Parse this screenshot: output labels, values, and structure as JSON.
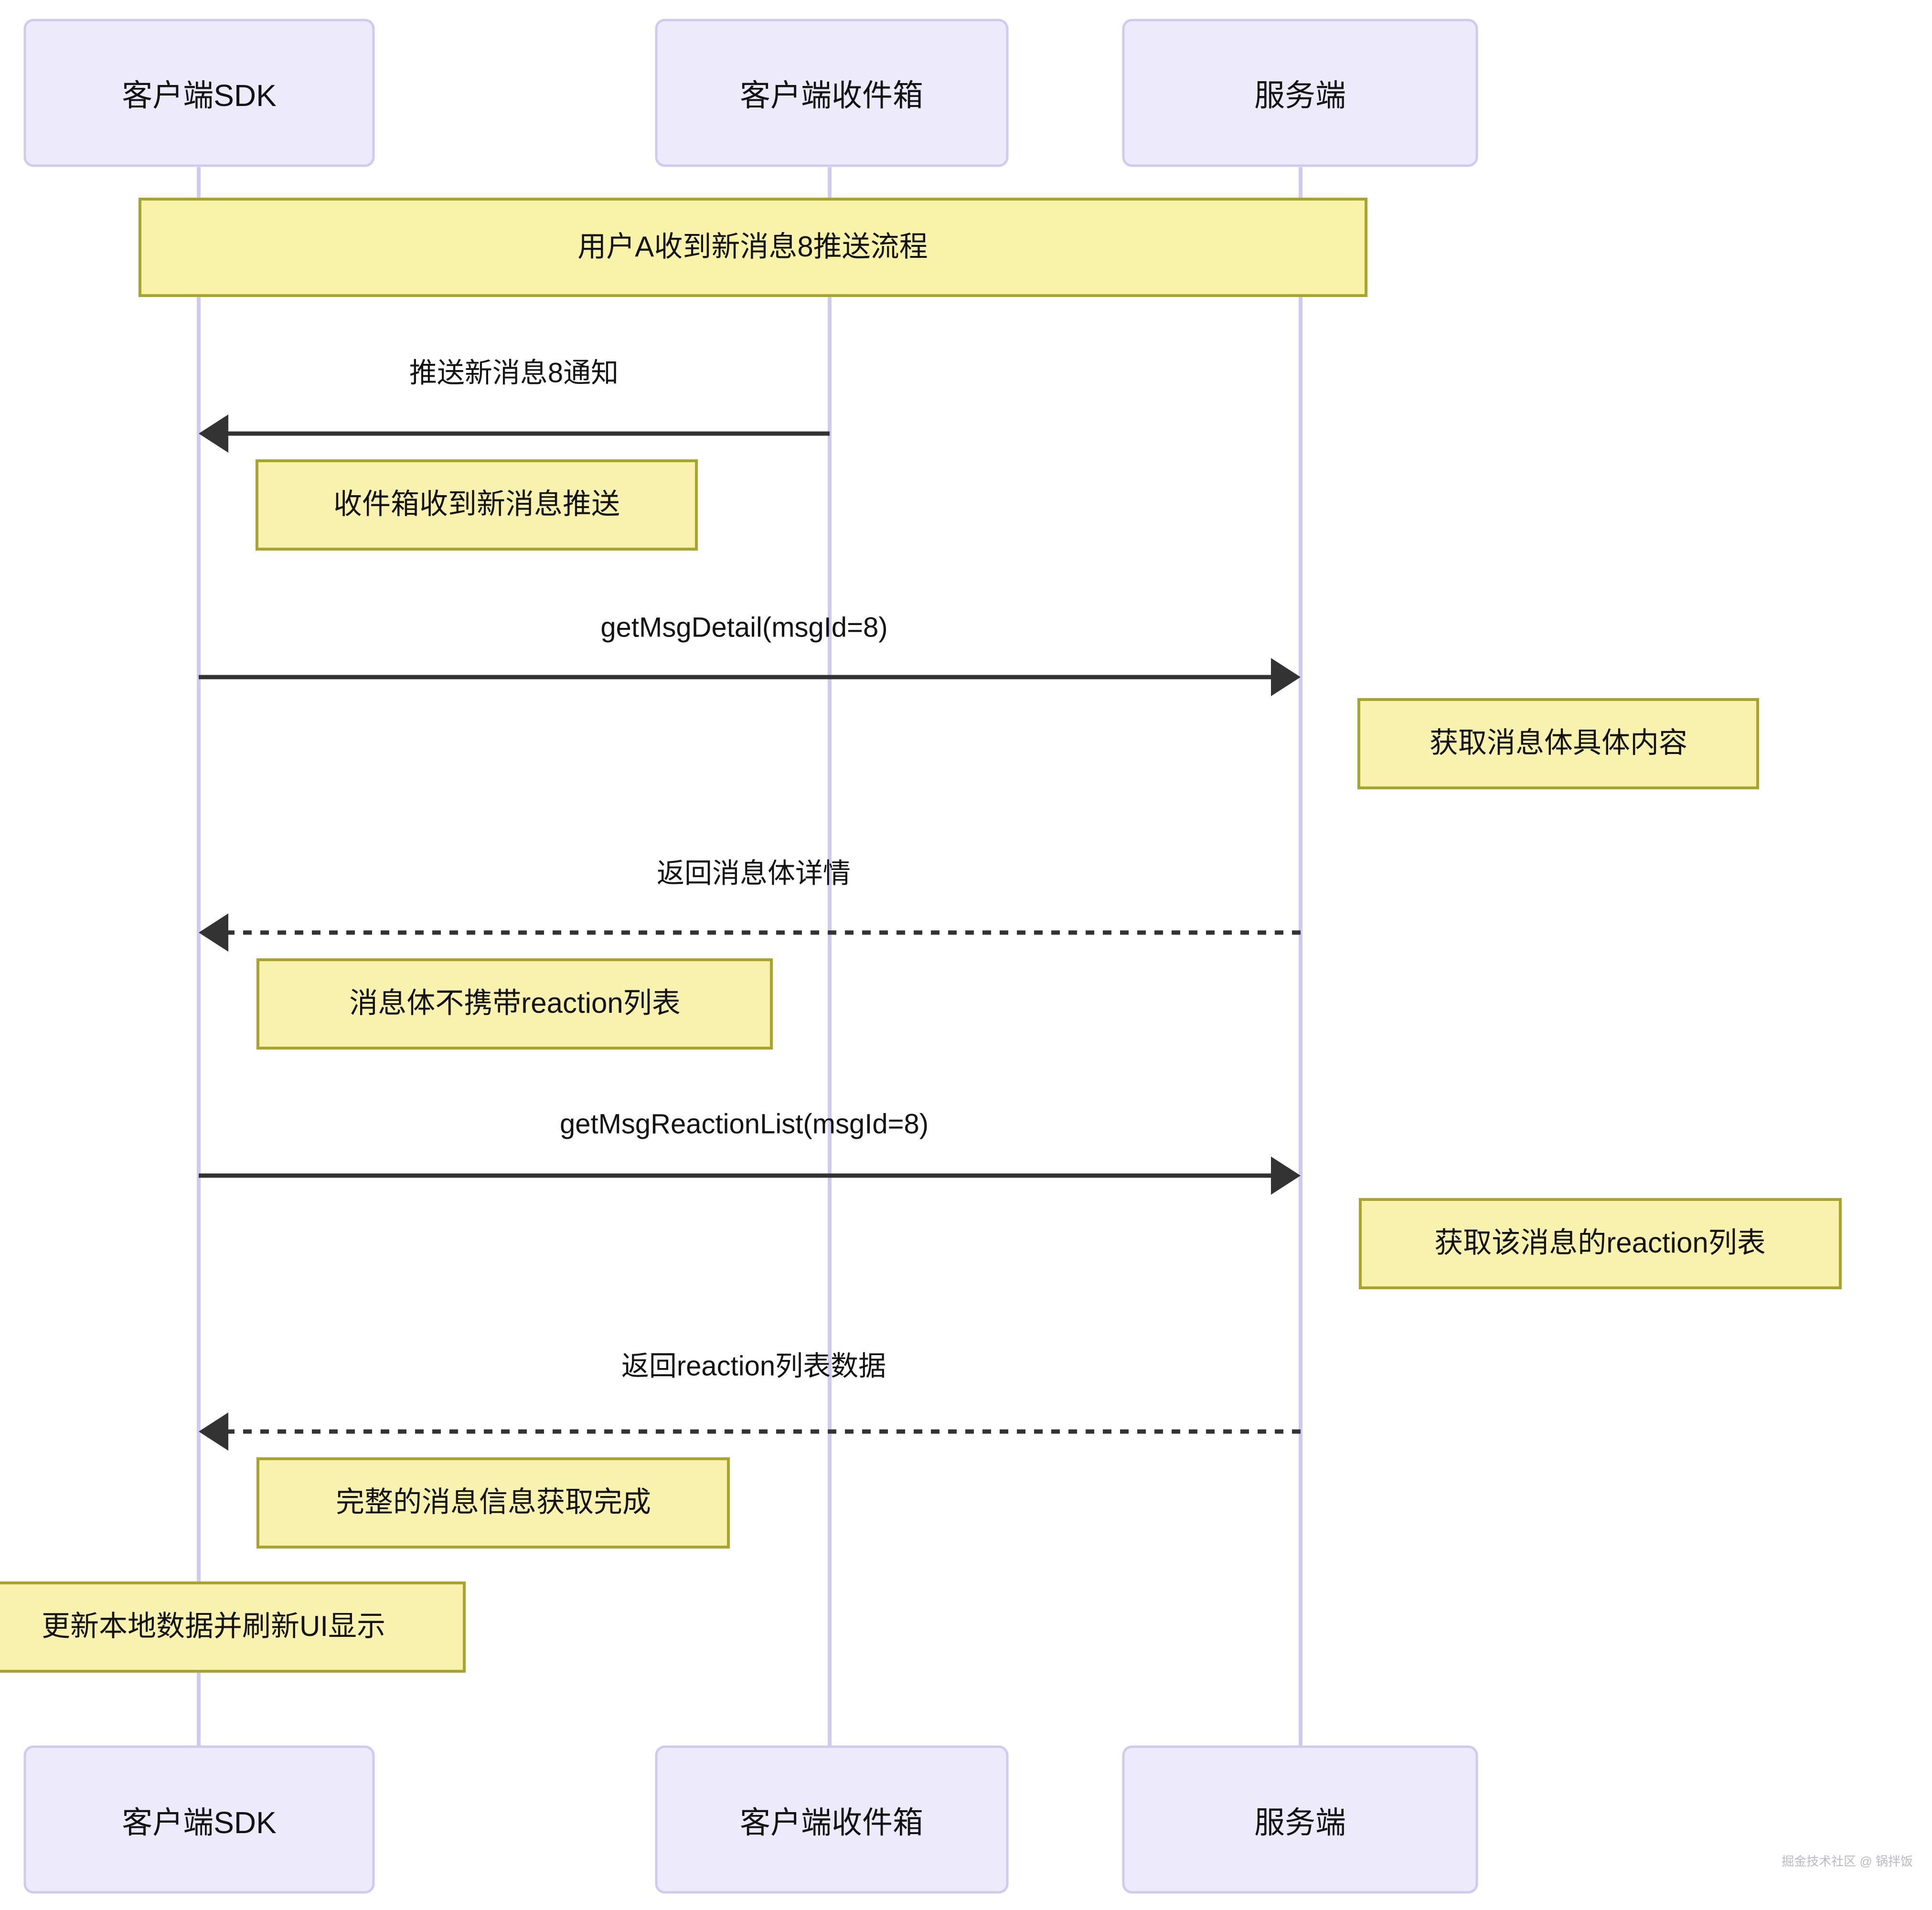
{
  "diagram": {
    "type": "sequence-diagram",
    "title_banner": "用户A收到新消息8推送流程",
    "colors": {
      "participant_fill": "#ECEAFB",
      "participant_stroke": "#CFCAEF",
      "note_fill": "#F9F2AE",
      "note_stroke": "#A8A42C",
      "line": "#333333",
      "lifeline": "#CFCAEF",
      "text": "#131313",
      "watermark": "#B9B9BF"
    },
    "participants": [
      {
        "id": "sdk",
        "label": "客户端SDK"
      },
      {
        "id": "inbox",
        "label": "客户端收件箱"
      },
      {
        "id": "server",
        "label": "服务端"
      }
    ],
    "messages": [
      {
        "id": "m1",
        "label": "推送新消息8通知",
        "from": "inbox",
        "to": "sdk",
        "style": "solid",
        "direction": "left"
      },
      {
        "id": "m2",
        "label": "getMsgDetail(msgId=8)",
        "from": "sdk",
        "to": "server",
        "style": "solid",
        "direction": "right"
      },
      {
        "id": "m3",
        "label": "返回消息体详情",
        "from": "server",
        "to": "sdk",
        "style": "dashed",
        "direction": "left"
      },
      {
        "id": "m4",
        "label": "getMsgReactionList(msgId=8)",
        "from": "sdk",
        "to": "server",
        "style": "solid",
        "direction": "right"
      },
      {
        "id": "m5",
        "label": "返回reaction列表数据",
        "from": "server",
        "to": "sdk",
        "style": "dashed",
        "direction": "left"
      }
    ],
    "notes": [
      {
        "id": "n1",
        "label": "收件箱收到新消息推送",
        "over": "sdk",
        "side": "right"
      },
      {
        "id": "n2",
        "label": "获取消息体具体内容",
        "over": "server",
        "side": "right"
      },
      {
        "id": "n3",
        "label": "消息体不携带reaction列表",
        "over": "sdk",
        "side": "right"
      },
      {
        "id": "n4",
        "label": "获取该消息的reaction列表",
        "over": "server",
        "side": "right"
      },
      {
        "id": "n5",
        "label": "完整的消息信息获取完成",
        "over": "sdk",
        "side": "right"
      },
      {
        "id": "n6",
        "label": "更新本地数据并刷新UI显示",
        "over": "sdk",
        "side": "left"
      }
    ],
    "watermark": "掘金技术社区 @ 锅拌饭"
  }
}
